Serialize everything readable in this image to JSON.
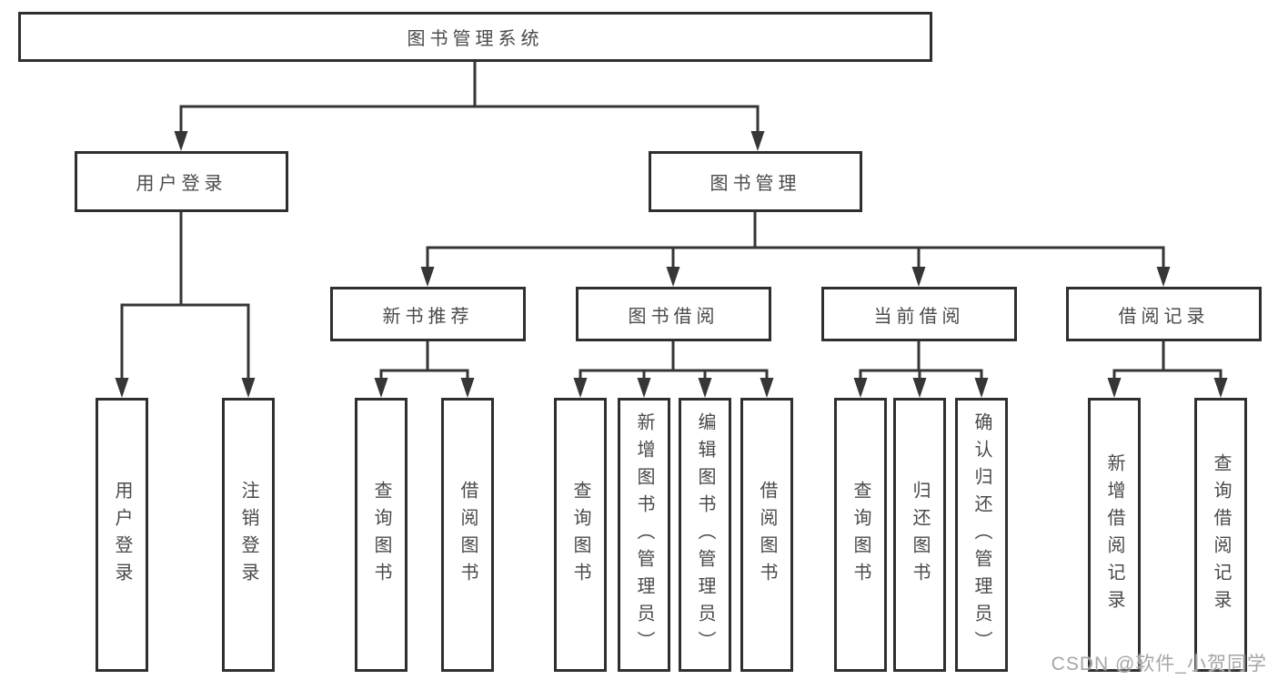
{
  "tree": {
    "root": {
      "label": "图书管理系统"
    },
    "level2": [
      {
        "label": "用户登录"
      },
      {
        "label": "图书管理"
      }
    ],
    "level3": [
      {
        "label": "新书推荐",
        "parent": "图书管理"
      },
      {
        "label": "图书借阅",
        "parent": "图书管理"
      },
      {
        "label": "当前借阅",
        "parent": "图书管理"
      },
      {
        "label": "借阅记录",
        "parent": "图书管理"
      }
    ],
    "leaves": [
      {
        "label": "用户登录",
        "parent": "用户登录"
      },
      {
        "label": "注销登录",
        "parent": "用户登录"
      },
      {
        "label": "查询图书",
        "parent": "新书推荐"
      },
      {
        "label": "借阅图书",
        "parent": "新书推荐"
      },
      {
        "label": "查询图书",
        "parent": "图书借阅"
      },
      {
        "label": "新增图书（管理员）",
        "parent": "图书借阅"
      },
      {
        "label": "编辑图书（管理员）",
        "parent": "图书借阅"
      },
      {
        "label": "借阅图书",
        "parent": "图书借阅"
      },
      {
        "label": "查询图书",
        "parent": "当前借阅"
      },
      {
        "label": "归还图书",
        "parent": "当前借阅"
      },
      {
        "label": "确认归还（管理员）",
        "parent": "当前借阅"
      },
      {
        "label": "新增借阅记录",
        "parent": "借阅记录"
      },
      {
        "label": "查询借阅记录",
        "parent": "借阅记录"
      }
    ]
  },
  "watermark": {
    "text": "CSDN @软件_小贺同学"
  },
  "colors": {
    "line": "#363636",
    "box_border": "#2f2f2f",
    "text": "#4a4a4a",
    "background": "#ffffff",
    "watermark": "#a6a6a6"
  }
}
